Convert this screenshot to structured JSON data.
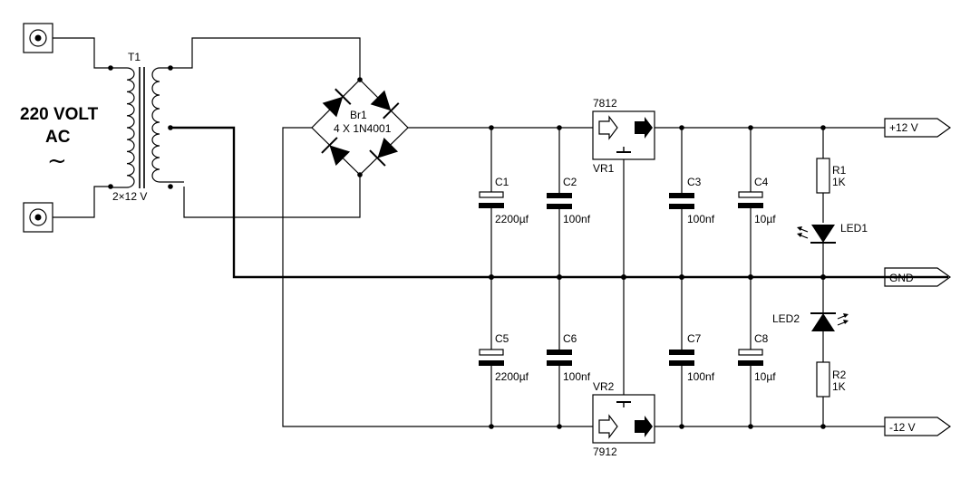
{
  "mains": {
    "line1": "220 VOLT",
    "line2": "AC",
    "symbol": "~"
  },
  "transformer": {
    "name": "T1",
    "rating": "2×12 V"
  },
  "bridge": {
    "name": "Br1",
    "part": "4 X 1N4001"
  },
  "regulators": {
    "vr1": {
      "name": "VR1",
      "part": "7812"
    },
    "vr2": {
      "name": "VR2",
      "part": "7912"
    }
  },
  "capacitors": {
    "c1": {
      "name": "C1",
      "value": "2200µf"
    },
    "c2": {
      "name": "C2",
      "value": "100nf"
    },
    "c3": {
      "name": "C3",
      "value": "100nf"
    },
    "c4": {
      "name": "C4",
      "value": "10µf"
    },
    "c5": {
      "name": "C5",
      "value": "2200µf"
    },
    "c6": {
      "name": "C6",
      "value": "100nf"
    },
    "c7": {
      "name": "C7",
      "value": "100nf"
    },
    "c8": {
      "name": "C8",
      "value": "10µf"
    }
  },
  "resistors": {
    "r1": {
      "name": "R1",
      "value": "1K"
    },
    "r2": {
      "name": "R2",
      "value": "1K"
    }
  },
  "leds": {
    "led1": "LED1",
    "led2": "LED2"
  },
  "outputs": {
    "pos": "+12 V",
    "gnd": "GND",
    "neg": "-12 V"
  }
}
